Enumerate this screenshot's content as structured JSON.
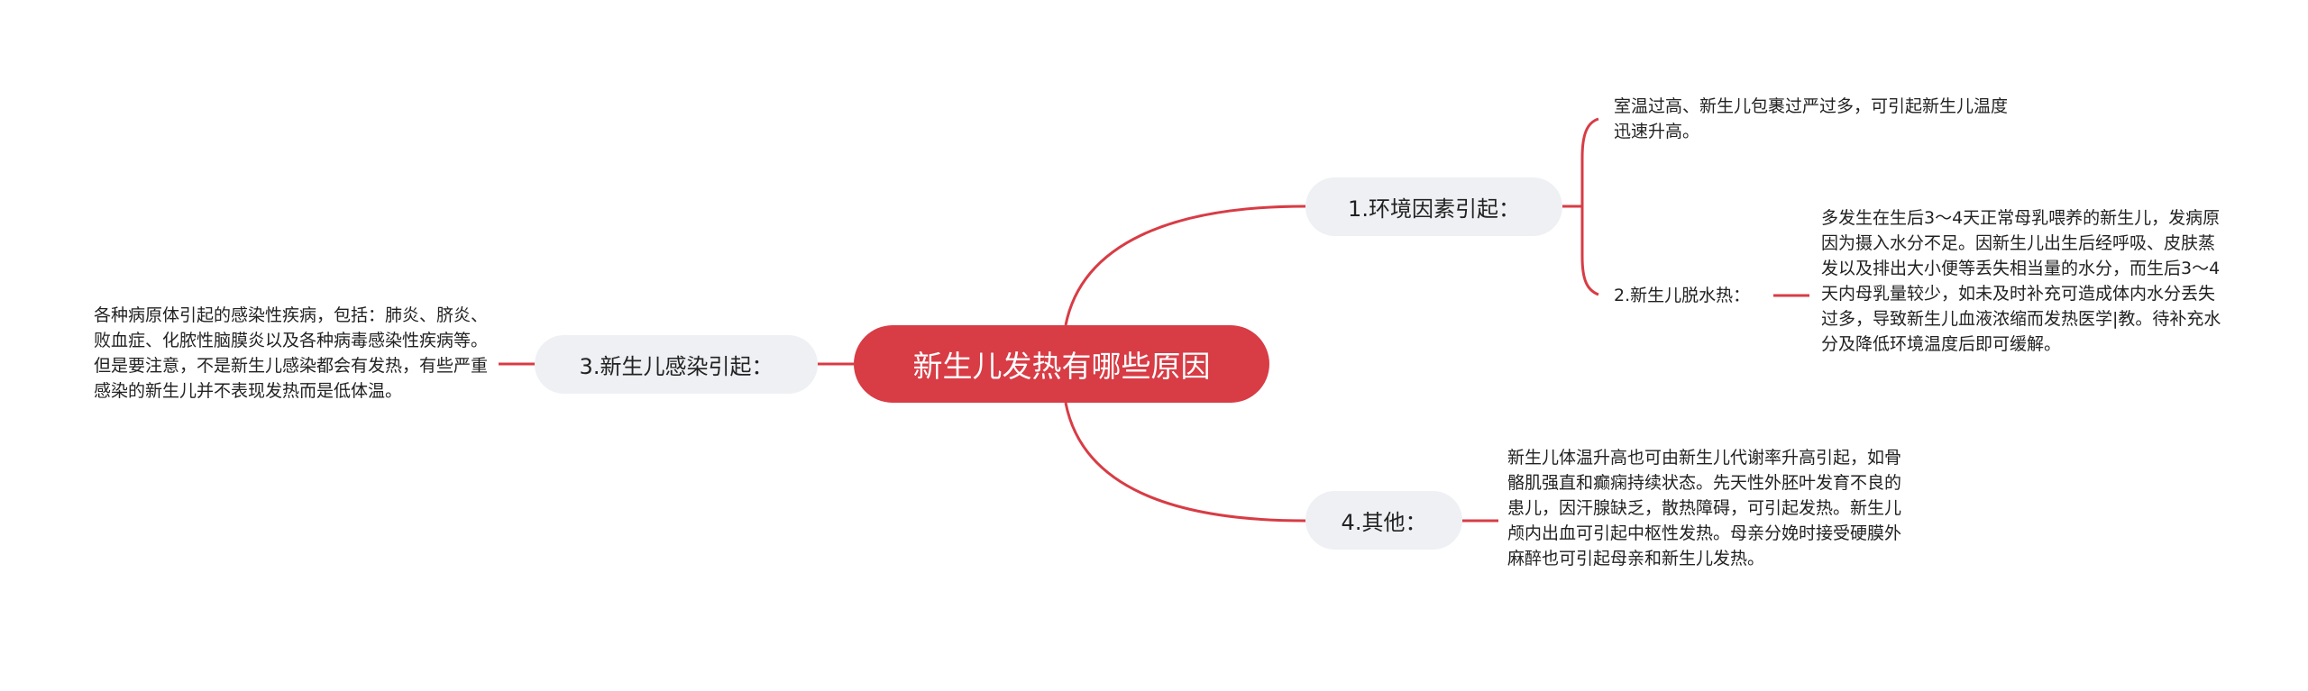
{
  "colors": {
    "accent": "#d83c45",
    "branch_bg": "#eef0f3",
    "text": "#222222"
  },
  "root": {
    "label": "新生儿发热有哪些原因"
  },
  "branches": [
    {
      "label": "1.环境因素引起：",
      "children": [
        {
          "text": "室温过高、新生儿包裹过严过多，可引起新生儿温度迅速升高。"
        },
        {
          "label": "2.新生儿脱水热：",
          "text": "多发生在生后3～4天正常母乳喂养的新生儿，发病原因为摄入水分不足。因新生儿出生后经呼吸、皮肤蒸发以及排出大小便等丢失相当量的水分，而生后3～4天内母乳量较少，如未及时补充可造成体内水分丢失过多，导致新生儿血液浓缩而发热医学|教。待补充水分及降低环境温度后即可缓解。"
        }
      ]
    },
    {
      "label": "3.新生儿感染引起：",
      "text": "各种病原体引起的感染性疾病，包括：肺炎、脐炎、败血症、化脓性脑膜炎以及各种病毒感染性疾病等。但是要注意，不是新生儿感染都会有发热，有些严重感染的新生儿并不表现发热而是低体温。"
    },
    {
      "label": "4.其他：",
      "text": "新生儿体温升高也可由新生儿代谢率升高引起，如骨骼肌强直和癫痫持续状态。先天性外胚叶发育不良的患儿，因汗腺缺乏，散热障碍，可引起发热。新生儿颅内出血可引起中枢性发热。母亲分娩时接受硬膜外麻醉也可引起母亲和新生儿发热。"
    }
  ]
}
